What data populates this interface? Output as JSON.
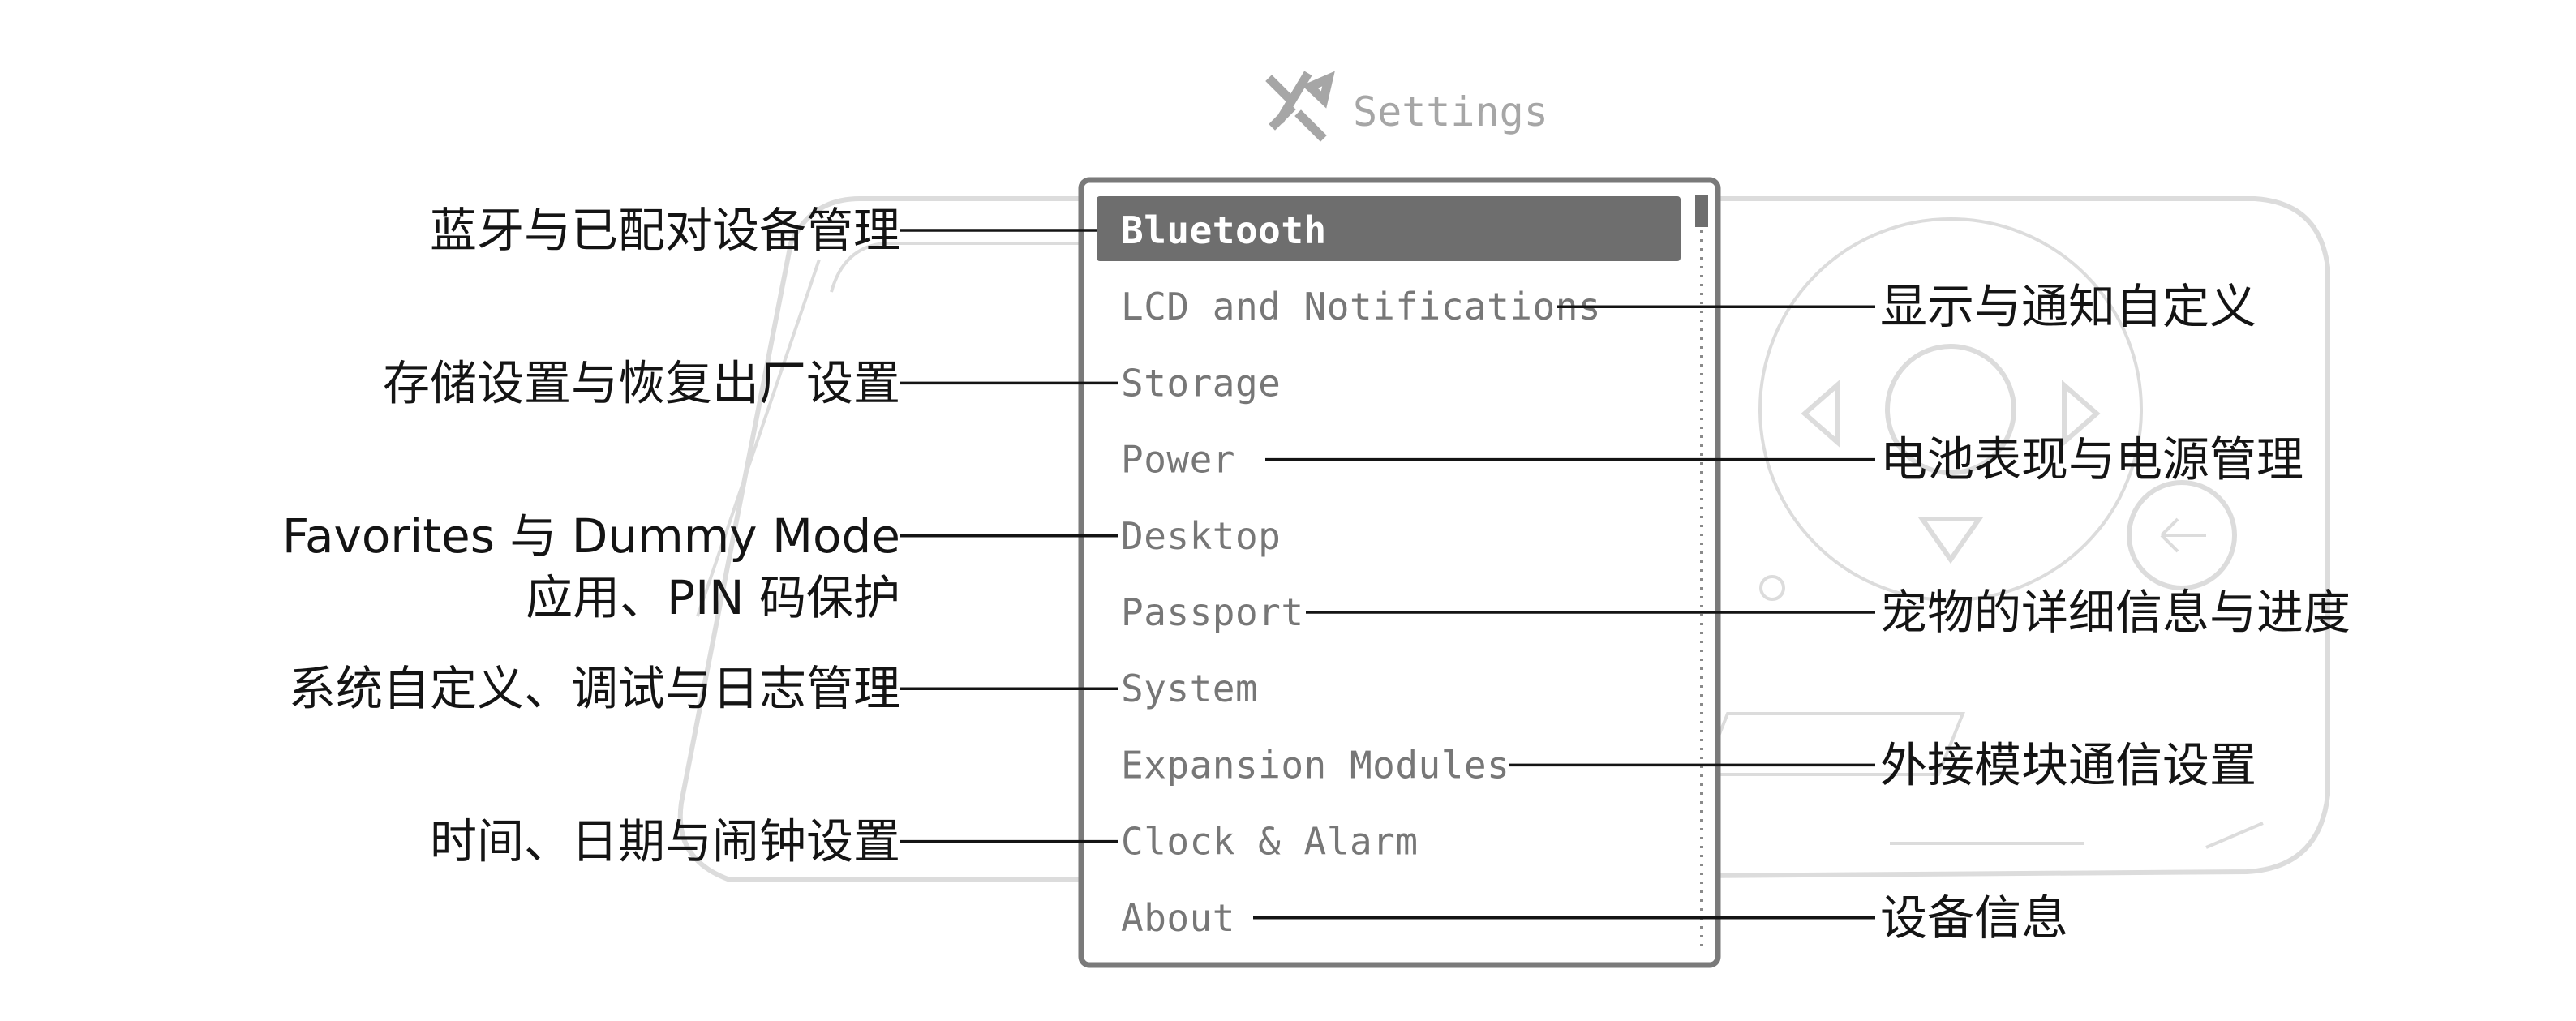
{
  "screen": {
    "title": "Settings",
    "title_icon": "tools-icon",
    "menu_items": [
      "Bluetooth",
      "LCD and Notifications",
      "Storage",
      "Power",
      "Desktop",
      "Passport",
      "System",
      "Expansion Modules",
      "Clock & Alarm",
      "About"
    ],
    "selected_index": 0
  },
  "annotations_left": [
    {
      "text": "蓝牙与已配对设备管理",
      "item": 0
    },
    {
      "text": "存储设置与恢复出厂设置",
      "item": 2
    },
    {
      "text": "Favorites 与 Dummy Mode",
      "text2": "应用、PIN 码保护",
      "item": 4
    },
    {
      "text": "系统自定义、调试与日志管理",
      "item": 6
    },
    {
      "text": "时间、日期与闹钟设置",
      "item": 8
    }
  ],
  "annotations_right": [
    {
      "text": "显示与通知自定义",
      "item": 1
    },
    {
      "text": "电池表现与电源管理",
      "item": 3
    },
    {
      "text": "宠物的详细信息与进度",
      "item": 5
    },
    {
      "text": "外接模块通信设置",
      "item": 7
    },
    {
      "text": "设备信息",
      "item": 9
    }
  ],
  "colors": {
    "selected_bg": "#6e6e6e",
    "menu_text": "#777777",
    "frame": "#7a7a7a",
    "annotation_text": "#141414",
    "device_outline": "#dcdcdc"
  }
}
